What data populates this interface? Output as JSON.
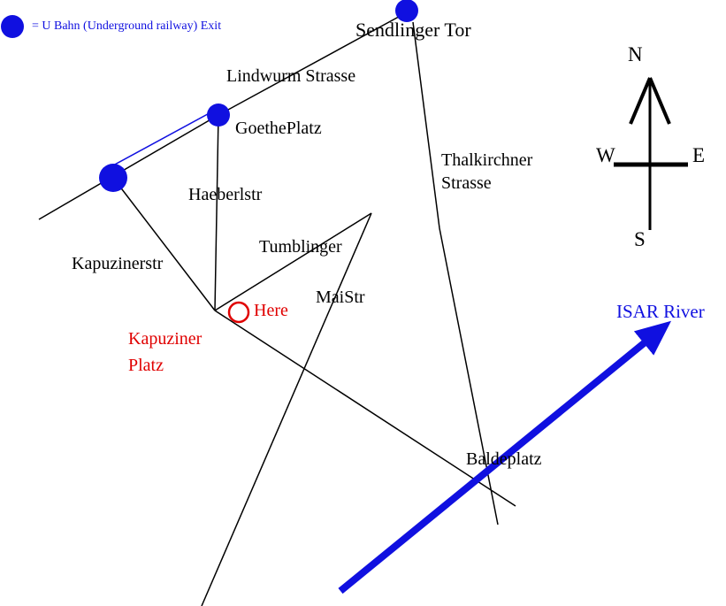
{
  "legend": {
    "label": "= U Bahn (Underground railway) Exit"
  },
  "stations": {
    "sendlinger_tor": "Sendlinger Tor",
    "goetheplatz": "GoethePlatz"
  },
  "streets": {
    "lindwurm_strasse": "Lindwurm Strasse",
    "thalkirchner_strasse": "Thalkirchner\nStrasse",
    "haeberlstr": "Haeberlstr",
    "tumblinger": "Tumblinger",
    "kapuzinerstr": "Kapuzinerstr",
    "maistr": "MaiStr"
  },
  "places": {
    "kapuziner_platz": "Kapuziner\nPlatz",
    "baldeplatz": "Baldeplatz",
    "here": "Here",
    "isar_river": "ISAR River"
  },
  "compass": {
    "north": "N",
    "south": "S",
    "east": "E",
    "west": "W"
  },
  "markers": {
    "ubahn_exit": "filled-blue-circle",
    "here_marker": "red-open-circle",
    "river_direction": "thick-blue-arrow"
  },
  "colors": {
    "ubahn_blue": "#1010e0",
    "river_blue": "#1010e0",
    "marker_red": "#e00000",
    "road_black": "#000000"
  }
}
